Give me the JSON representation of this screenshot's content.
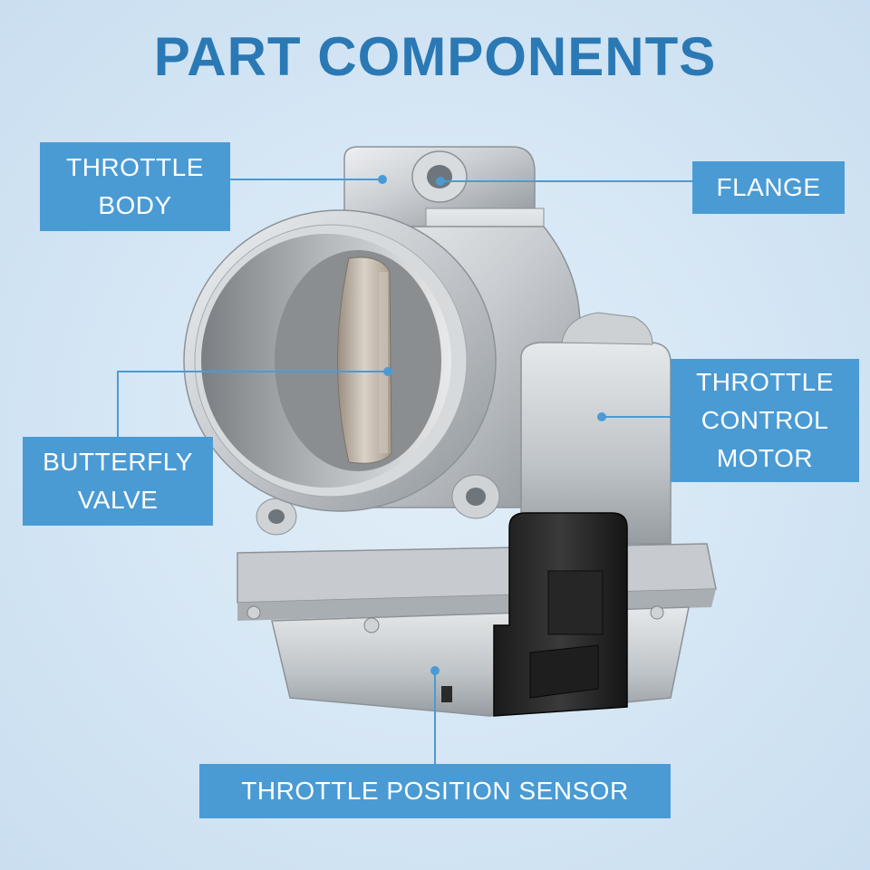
{
  "title": "PART COMPONENTS",
  "labels": {
    "throttle_body": [
      "THROTTLE",
      "BODY"
    ],
    "flange": [
      "FLANGE"
    ],
    "throttle_control_motor": [
      "THROTTLE",
      "CONTROL",
      "MOTOR"
    ],
    "butterfly_valve": [
      "BUTTERFLY",
      "VALVE"
    ],
    "throttle_position_sensor": [
      "THROTTLE POSITION SENSOR"
    ]
  },
  "colors": {
    "title": "#2a79b5",
    "callout_fill": "#4a9bd4",
    "callout_text": "#ffffff",
    "leader_line": "#4a9bd4",
    "background": "#d4e6f5"
  }
}
